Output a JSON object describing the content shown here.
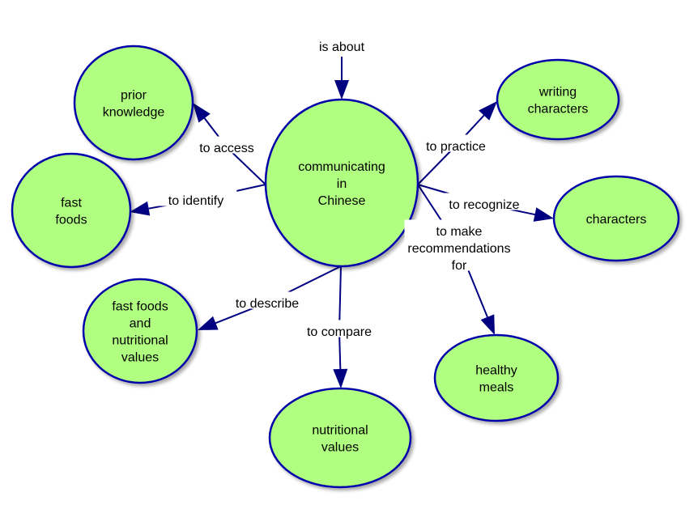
{
  "diagram": {
    "type": "concept-map",
    "colors": {
      "node_fill": "#B0FF80",
      "node_border": "#0000AA",
      "link_line": "#000080",
      "text": "#000000",
      "background": "#FFFFFF"
    },
    "central_node": {
      "id": "communicating",
      "label_lines": [
        "communicating",
        "in",
        "Chinese"
      ]
    },
    "top_link": {
      "label": "is about"
    },
    "nodes": [
      {
        "id": "prior-knowledge",
        "label_lines": [
          "prior",
          "knowledge"
        ]
      },
      {
        "id": "fast-foods",
        "label_lines": [
          "fast",
          "foods"
        ]
      },
      {
        "id": "fast-foods-nutritional",
        "label_lines": [
          "fast foods",
          "and",
          "nutritional",
          "values"
        ]
      },
      {
        "id": "nutritional-values",
        "label_lines": [
          "nutritional",
          "values"
        ]
      },
      {
        "id": "healthy-meals",
        "label_lines": [
          "healthy",
          "meals"
        ]
      },
      {
        "id": "characters",
        "label_lines": [
          "characters"
        ]
      },
      {
        "id": "writing-characters",
        "label_lines": [
          "writing",
          "characters"
        ]
      }
    ],
    "links": [
      {
        "from": "communicating",
        "to": "prior-knowledge",
        "label_lines": [
          "to access"
        ]
      },
      {
        "from": "communicating",
        "to": "fast-foods",
        "label_lines": [
          "to identify"
        ]
      },
      {
        "from": "communicating",
        "to": "fast-foods-nutritional",
        "label_lines": [
          "to describe"
        ]
      },
      {
        "from": "communicating",
        "to": "nutritional-values",
        "label_lines": [
          "to compare"
        ]
      },
      {
        "from": "communicating",
        "to": "healthy-meals",
        "label_lines": [
          "to make",
          "recommendations",
          "for"
        ]
      },
      {
        "from": "communicating",
        "to": "characters",
        "label_lines": [
          "to recognize"
        ]
      },
      {
        "from": "communicating",
        "to": "writing-characters",
        "label_lines": [
          "to practice"
        ]
      }
    ]
  }
}
